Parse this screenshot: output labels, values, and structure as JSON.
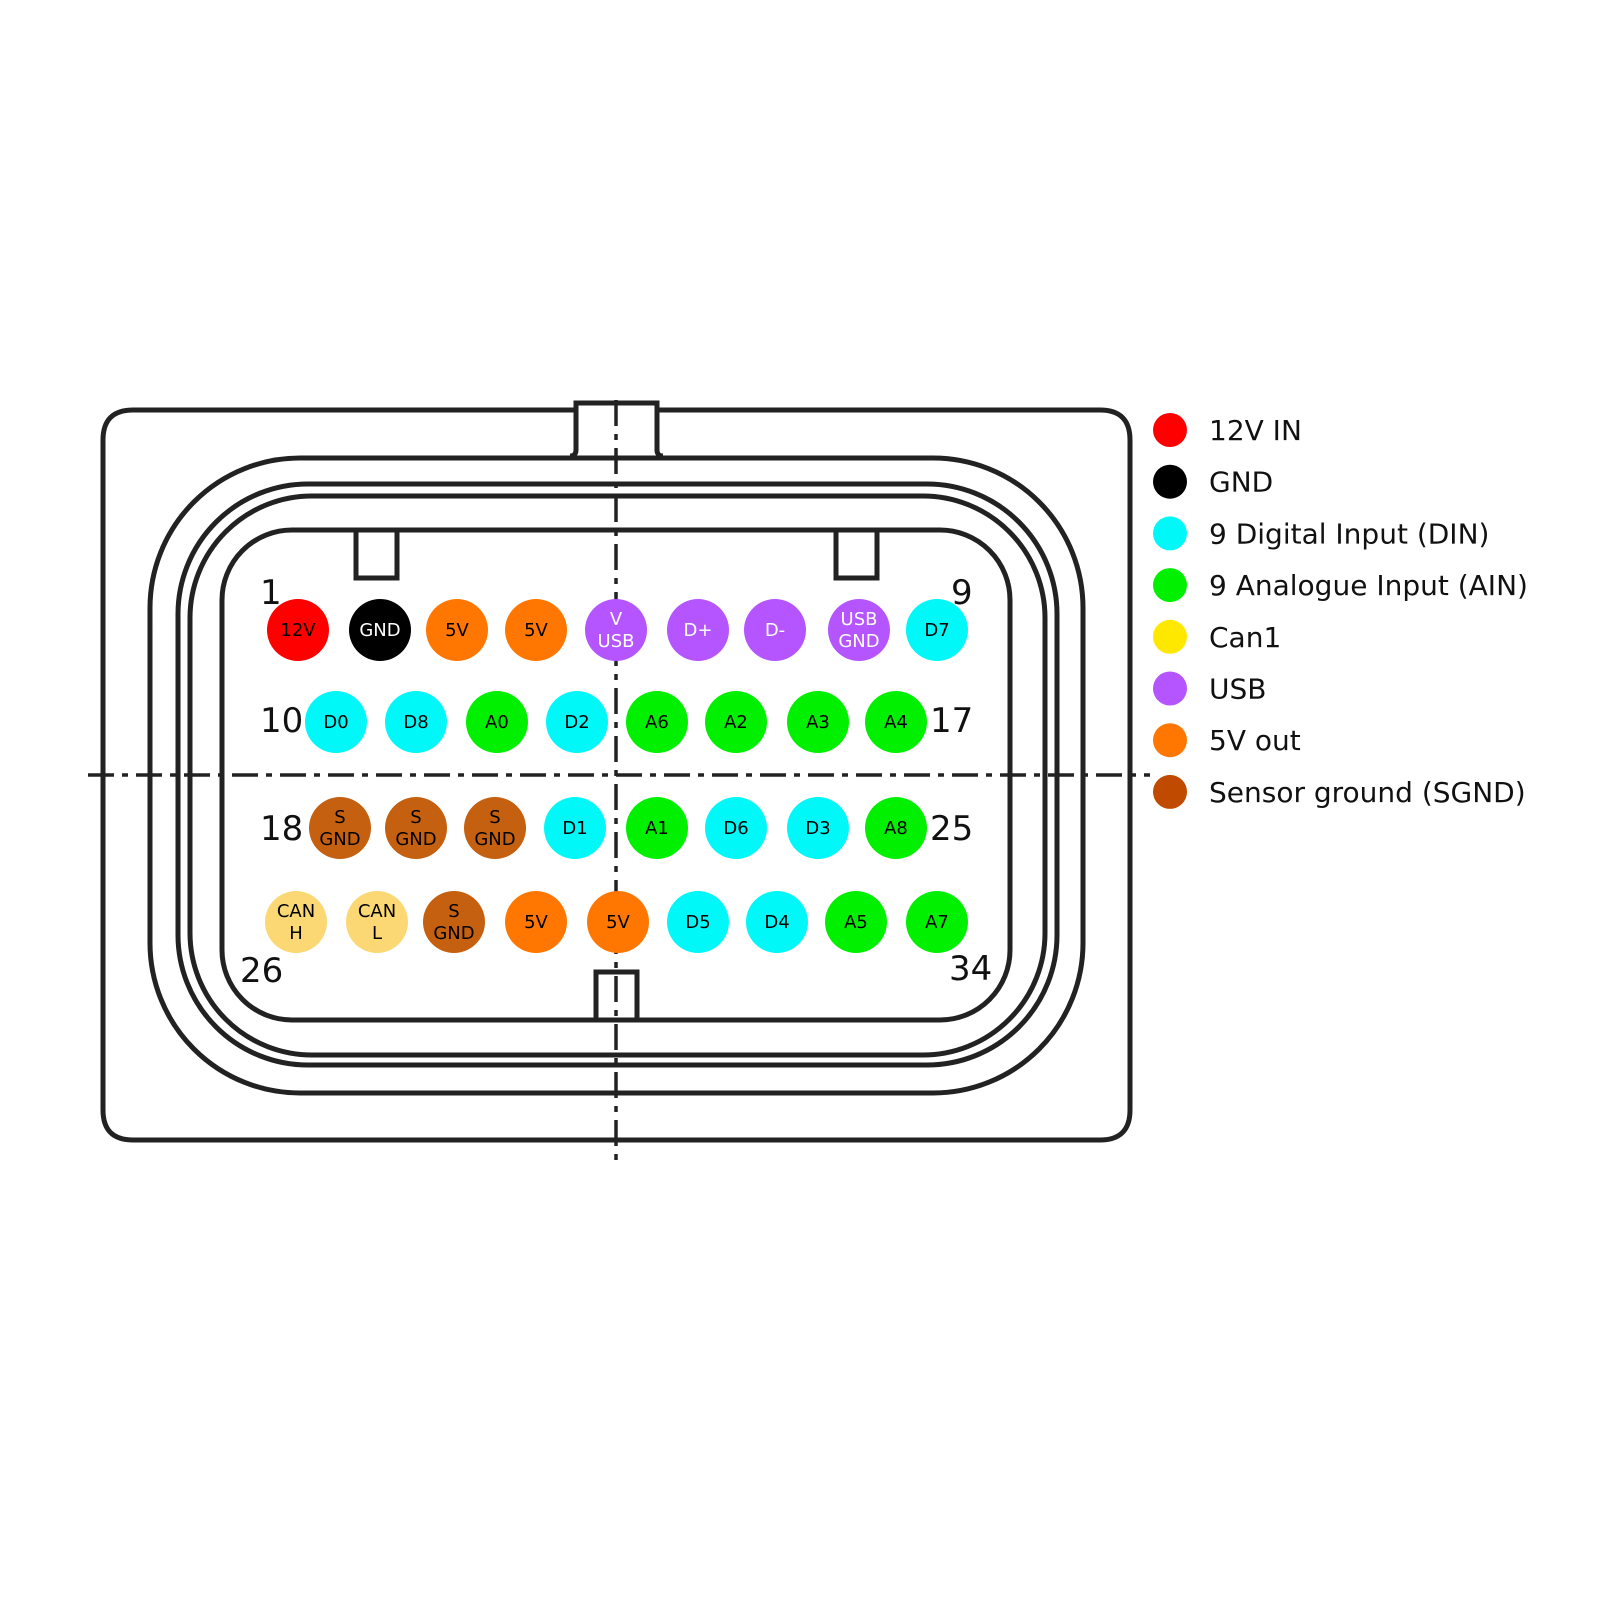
{
  "colors": {
    "12v": "#ff0000",
    "gnd": "#000000",
    "din": "#00f8f8",
    "ain": "#00f000",
    "can": "#fcd874",
    "can_legend": "#ffe800",
    "usb": "#b455ff",
    "5v": "#ff7700",
    "sgnd": "#c4600f",
    "sgnd_legend": "#c04a00",
    "outline": "#222222"
  },
  "pin_numbers": [
    "1",
    "9",
    "10",
    "17",
    "18",
    "25",
    "26",
    "34"
  ],
  "rows": [
    [
      {
        "label": [
          "12V"
        ],
        "type": "12v",
        "text": "#000"
      },
      {
        "label": [
          "GND"
        ],
        "type": "gnd",
        "text": "#fff"
      },
      {
        "label": [
          "5V"
        ],
        "type": "5v",
        "text": "#000"
      },
      {
        "label": [
          "5V"
        ],
        "type": "5v",
        "text": "#000"
      },
      {
        "label": [
          "V",
          "USB"
        ],
        "type": "usb",
        "text": "#fff"
      },
      {
        "label": [
          "D+"
        ],
        "type": "usb",
        "text": "#fff"
      },
      {
        "label": [
          "D-"
        ],
        "type": "usb",
        "text": "#fff"
      },
      {
        "label": [
          "USB",
          "GND"
        ],
        "type": "usb",
        "text": "#fff"
      },
      {
        "label": [
          "D7"
        ],
        "type": "din",
        "text": "#000"
      }
    ],
    [
      {
        "label": [
          "D0"
        ],
        "type": "din",
        "text": "#000"
      },
      {
        "label": [
          "D8"
        ],
        "type": "din",
        "text": "#000"
      },
      {
        "label": [
          "A0"
        ],
        "type": "ain",
        "text": "#000"
      },
      {
        "label": [
          "D2"
        ],
        "type": "din",
        "text": "#000"
      },
      {
        "label": [
          "A6"
        ],
        "type": "ain",
        "text": "#000"
      },
      {
        "label": [
          "A2"
        ],
        "type": "ain",
        "text": "#000"
      },
      {
        "label": [
          "A3"
        ],
        "type": "ain",
        "text": "#000"
      },
      {
        "label": [
          "A4"
        ],
        "type": "ain",
        "text": "#000"
      }
    ],
    [
      {
        "label": [
          "S",
          "GND"
        ],
        "type": "sgnd",
        "text": "#000"
      },
      {
        "label": [
          "S",
          "GND"
        ],
        "type": "sgnd",
        "text": "#000"
      },
      {
        "label": [
          "S",
          "GND"
        ],
        "type": "sgnd",
        "text": "#000"
      },
      {
        "label": [
          "D1"
        ],
        "type": "din",
        "text": "#000"
      },
      {
        "label": [
          "A1"
        ],
        "type": "ain",
        "text": "#000"
      },
      {
        "label": [
          "D6"
        ],
        "type": "din",
        "text": "#000"
      },
      {
        "label": [
          "D3"
        ],
        "type": "din",
        "text": "#000"
      },
      {
        "label": [
          "A8"
        ],
        "type": "ain",
        "text": "#000"
      }
    ],
    [
      {
        "label": [
          "CAN",
          "H"
        ],
        "type": "can",
        "text": "#000"
      },
      {
        "label": [
          "CAN",
          "L"
        ],
        "type": "can",
        "text": "#000"
      },
      {
        "label": [
          "S",
          "GND"
        ],
        "type": "sgnd",
        "text": "#000"
      },
      {
        "label": [
          "5V"
        ],
        "type": "5v",
        "text": "#000"
      },
      {
        "label": [
          "5V"
        ],
        "type": "5v",
        "text": "#000"
      },
      {
        "label": [
          "D5"
        ],
        "type": "din",
        "text": "#000"
      },
      {
        "label": [
          "D4"
        ],
        "type": "din",
        "text": "#000"
      },
      {
        "label": [
          "A5"
        ],
        "type": "ain",
        "text": "#000"
      },
      {
        "label": [
          "A7"
        ],
        "type": "ain",
        "text": "#000"
      }
    ]
  ],
  "legend": [
    {
      "label": "12V IN",
      "color": "#ff0000"
    },
    {
      "label": "GND",
      "color": "#000000"
    },
    {
      "label": "9 Digital Input (DIN)",
      "color": "#00f8f8"
    },
    {
      "label": "9 Analogue Input (AIN)",
      "color": "#00f000"
    },
    {
      "label": "Can1",
      "color": "#ffe800"
    },
    {
      "label": "USB",
      "color": "#b455ff"
    },
    {
      "label": "5V out",
      "color": "#ff7700"
    },
    {
      "label": "Sensor ground (SGND)",
      "color": "#c04a00"
    }
  ]
}
